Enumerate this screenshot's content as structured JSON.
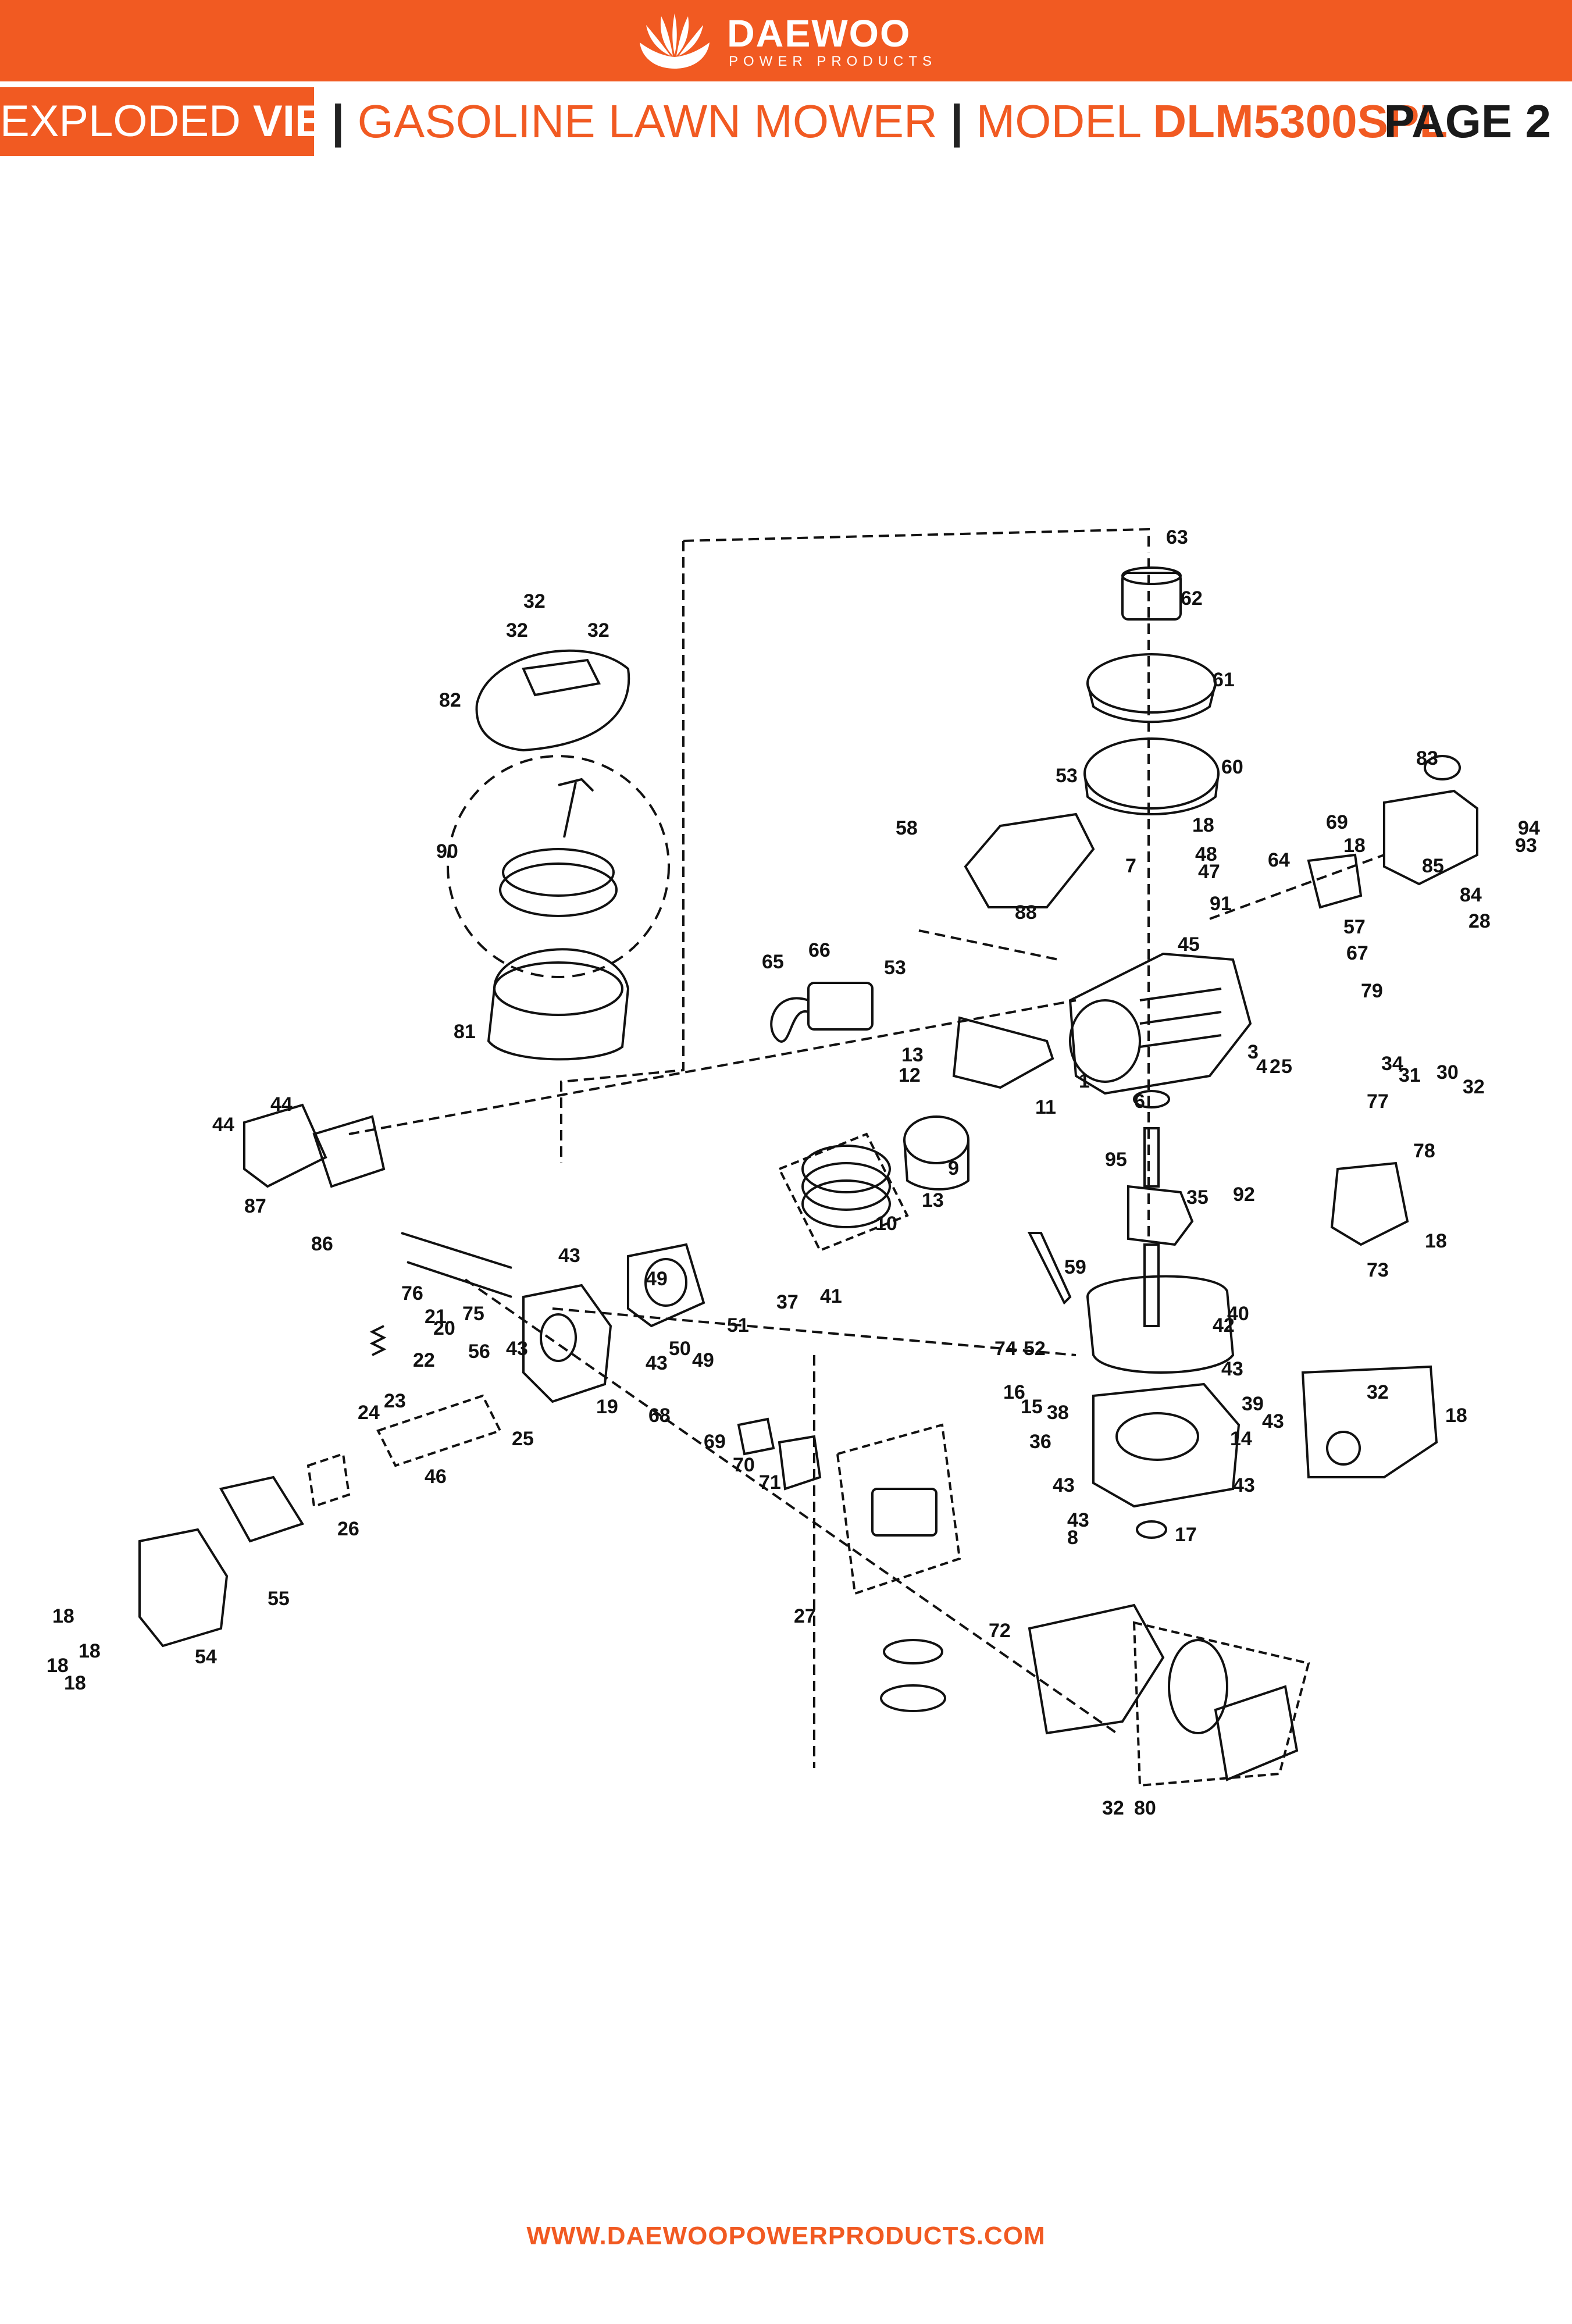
{
  "brand": {
    "name": "DAEWOO",
    "tagline": "POWER PRODUCTS",
    "color": "#f15a22"
  },
  "header": {
    "tab_part1": "EXPLODED",
    "tab_part2": "VIEW",
    "sep": "|",
    "product": "GASOLINE LAWN MOWER",
    "model_label": "MODEL",
    "model": "DLM5300SPL",
    "page": "PAGE 2"
  },
  "diagram": {
    "callouts": [
      "63",
      "62",
      "61",
      "60",
      "32",
      "32",
      "32",
      "82",
      "90",
      "81",
      "53",
      "58",
      "18",
      "48",
      "7",
      "47",
      "91",
      "88",
      "64",
      "69",
      "18",
      "83",
      "85",
      "94",
      "93",
      "84",
      "28",
      "57",
      "67",
      "79",
      "45",
      "66",
      "53",
      "65",
      "13",
      "12",
      "11",
      "1",
      "9",
      "13",
      "10",
      "3",
      "4",
      "2",
      "5",
      "34",
      "31",
      "30",
      "32",
      "77",
      "78",
      "6",
      "95",
      "35",
      "92",
      "73",
      "18",
      "44",
      "44",
      "87",
      "86",
      "76",
      "75",
      "21",
      "20",
      "56",
      "22",
      "23",
      "24",
      "43",
      "19",
      "49",
      "50",
      "49",
      "37",
      "41",
      "51",
      "43",
      "43",
      "25",
      "68",
      "69",
      "70",
      "71",
      "46",
      "26",
      "55",
      "54",
      "18",
      "18",
      "18",
      "18",
      "27",
      "72",
      "59",
      "40",
      "42",
      "74",
      "52",
      "43",
      "16",
      "15",
      "38",
      "36",
      "39",
      "43",
      "14",
      "43",
      "43",
      "43",
      "8",
      "17",
      "18",
      "32",
      "32",
      "80"
    ]
  },
  "footer": {
    "url": "WWW.DAEWOOPOWERPRODUCTS.COM"
  }
}
